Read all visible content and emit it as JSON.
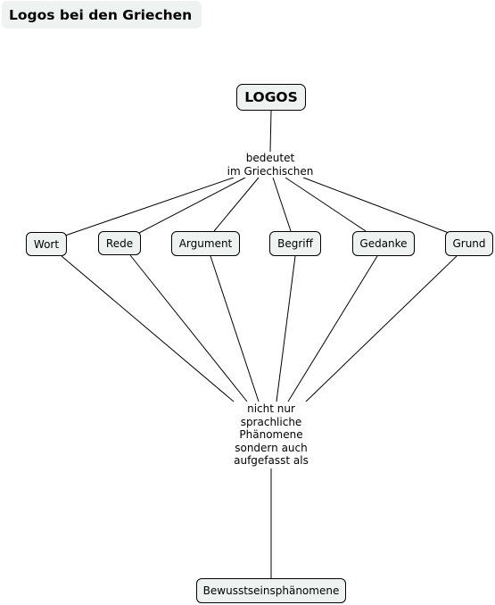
{
  "title": "Logos bei den Griechen",
  "root": {
    "label": "LOGOS"
  },
  "link_phrase_1": {
    "lines": [
      "bedeutet",
      "im Griechischen"
    ]
  },
  "concepts": [
    {
      "label": "Wort"
    },
    {
      "label": "Rede"
    },
    {
      "label": "Argument"
    },
    {
      "label": "Begriff"
    },
    {
      "label": "Gedanke"
    },
    {
      "label": "Grund"
    }
  ],
  "link_phrase_2": {
    "lines": [
      "nicht nur",
      "sprachliche",
      "Phänomene",
      "sondern auch",
      "aufgefasst als"
    ]
  },
  "leaf": {
    "label": "Bewusstseinsphänomene"
  },
  "colors": {
    "node_fill": "#eef3f2",
    "node_border": "#000000",
    "line": "#000000",
    "background": "#ffffff"
  }
}
